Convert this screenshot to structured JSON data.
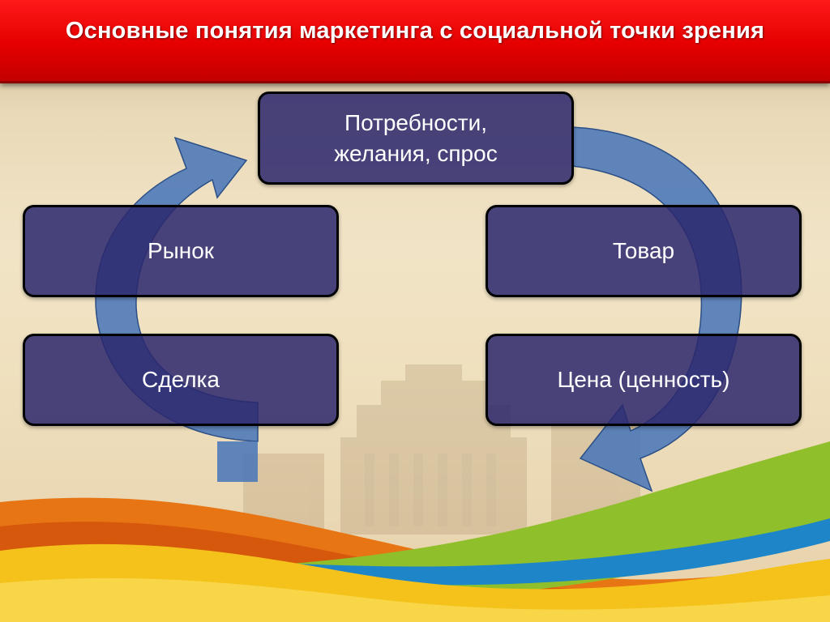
{
  "slide": {
    "title": "Основные понятия маркетинга с социальной точки зрения"
  },
  "diagram": {
    "nodes": [
      {
        "id": "needs",
        "label": "Потребности,\nжелания, спрос"
      },
      {
        "id": "goods",
        "label": "Товар"
      },
      {
        "id": "price",
        "label": "Цена (ценность)"
      },
      {
        "id": "deal",
        "label": "Сделка"
      },
      {
        "id": "market",
        "label": "Рынок"
      }
    ],
    "edges": [
      {
        "from": "needs",
        "to": "price"
      },
      {
        "from": "deal",
        "to": "needs"
      }
    ]
  },
  "colors": {
    "title_bar": "#e50000",
    "node_fill": "#2c286e",
    "arrow": "#4a77b9",
    "ribbon_orange": "#e87514",
    "ribbon_yellow": "#f4c21a",
    "ribbon_green": "#8fbf2a",
    "ribbon_blue": "#1e86c8"
  }
}
